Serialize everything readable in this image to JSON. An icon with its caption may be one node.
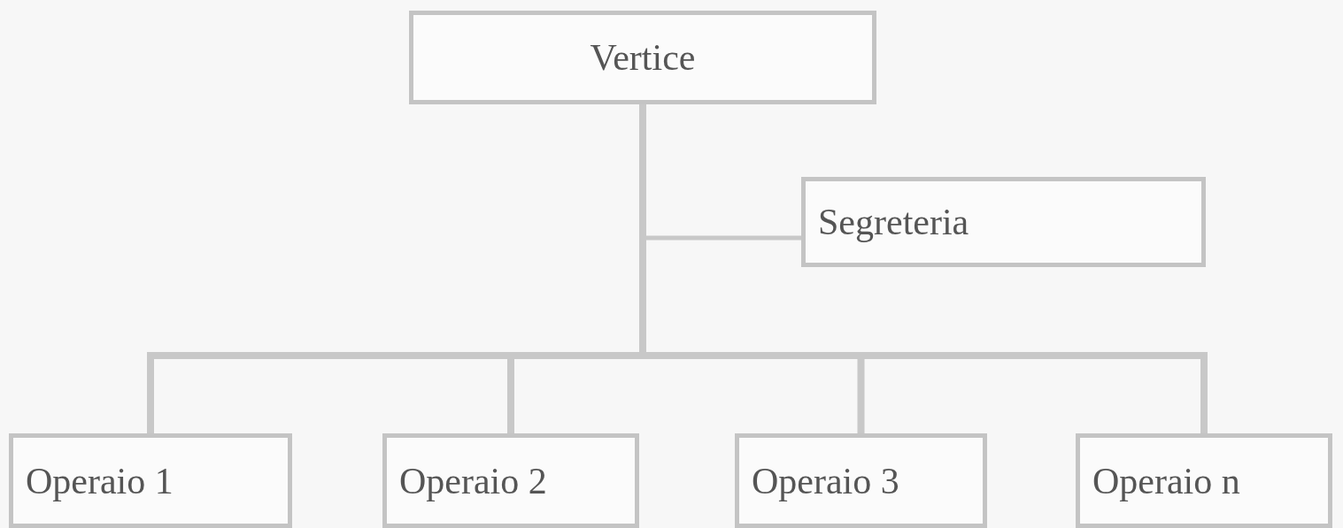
{
  "diagram": {
    "nodes": [
      {
        "text": [
          "Vertice"
        ]
      },
      {
        "text": [
          "Segreteria"
        ]
      },
      {
        "text": [
          "Operaio 1"
        ]
      },
      {
        "text": [
          "Operaio 2"
        ]
      },
      {
        "text": [
          "Operaio 3"
        ]
      },
      {
        "text": [
          "Operaio n"
        ]
      }
    ],
    "edges": [
      {
        "from": 0,
        "to": 1,
        "arrow": "none"
      },
      {
        "from": 0,
        "to": 2,
        "arrow": "none"
      },
      {
        "from": 0,
        "to": 3,
        "arrow": "none"
      },
      {
        "from": 0,
        "to": 4,
        "arrow": "none"
      },
      {
        "from": 0,
        "to": 5,
        "arrow": "none"
      }
    ]
  }
}
